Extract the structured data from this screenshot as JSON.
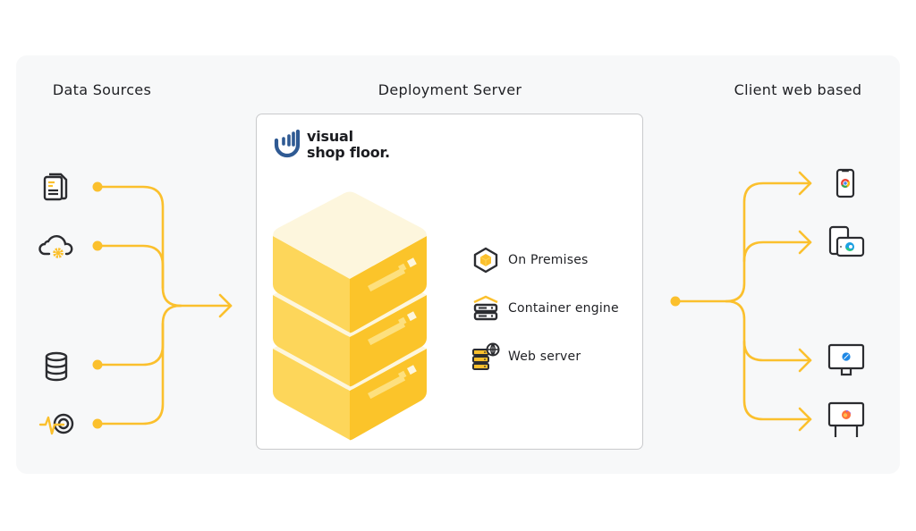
{
  "columns": {
    "sources": {
      "title": "Data Sources"
    },
    "server": {
      "title": "Deployment Server"
    },
    "clients": {
      "title": "Client web based"
    }
  },
  "brand": {
    "name_line1": "visual",
    "name_line2": "shop floor.",
    "logo_color": "#2f5a93"
  },
  "colors": {
    "accent": "#fbc02d",
    "panel_bg": "#f7f8f9",
    "icon_stroke": "#2b2c30"
  },
  "data_sources": [
    {
      "icon": "documents-icon",
      "label": "Documents"
    },
    {
      "icon": "cloud-settings-icon",
      "label": "Cloud service"
    },
    {
      "icon": "database-icon",
      "label": "Database"
    },
    {
      "icon": "sensor-signal-icon",
      "label": "Sensor signal"
    }
  ],
  "deployment_options": [
    {
      "icon": "on-premises-icon",
      "label": "On Premises"
    },
    {
      "icon": "container-engine-icon",
      "label": "Container engine"
    },
    {
      "icon": "web-server-icon",
      "label": "Web server"
    }
  ],
  "clients": [
    {
      "icon": "smartphone-chrome-icon",
      "browser": "Chrome"
    },
    {
      "icon": "tablet-edge-icon",
      "browser": "Edge"
    },
    {
      "icon": "monitor-safari-icon",
      "browser": "Safari"
    },
    {
      "icon": "display-board-firefox-icon",
      "browser": "Firefox"
    }
  ]
}
